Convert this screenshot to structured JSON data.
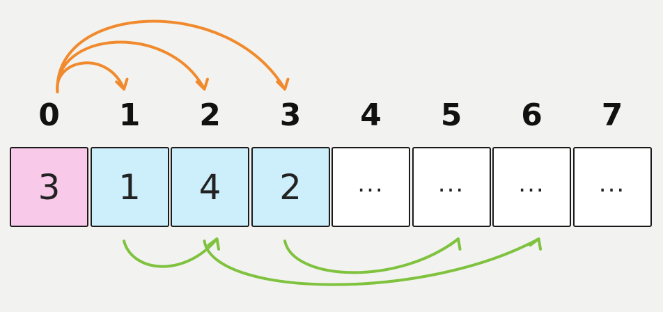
{
  "diagram": {
    "indices": [
      "0",
      "1",
      "2",
      "3",
      "4",
      "5",
      "6",
      "7"
    ],
    "cells": [
      {
        "value": "3",
        "state": "current"
      },
      {
        "value": "1",
        "state": "reachable"
      },
      {
        "value": "4",
        "state": "reachable"
      },
      {
        "value": "2",
        "state": "reachable"
      },
      {
        "value": "...",
        "state": "unknown"
      },
      {
        "value": "...",
        "state": "unknown"
      },
      {
        "value": "...",
        "state": "unknown"
      },
      {
        "value": "...",
        "state": "unknown"
      }
    ],
    "jumps_from_start": [
      {
        "from": 0,
        "to": 1
      },
      {
        "from": 0,
        "to": 2
      },
      {
        "from": 0,
        "to": 3
      }
    ],
    "jumps_from_candidates": [
      {
        "from": 1,
        "to": 2
      },
      {
        "from": 3,
        "to": 5
      },
      {
        "from": 2,
        "to": 6
      }
    ],
    "colors": {
      "background": "#f2f2f0",
      "current_fill": "#f9c9e9",
      "reachable_fill": "#cdeffb",
      "unknown_fill": "#ffffff",
      "orange_arrow": "#f08a2c",
      "green_arrow": "#7fc23e"
    }
  }
}
